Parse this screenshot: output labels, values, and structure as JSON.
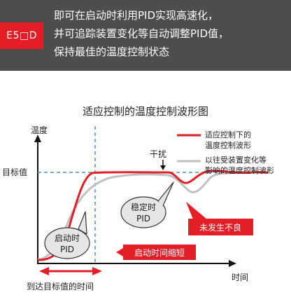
{
  "banner": {
    "model": "E5□D",
    "lines": [
      "即可在启动时利用PID实现高速化，",
      "并可追踪装置变化等自动调整PID值，",
      "保持最佳的温度控制状态"
    ]
  },
  "diagram": {
    "title": "适应控制的温度控制波形图",
    "y_axis_label": "温度",
    "x_axis_label": "时间",
    "target_label": "目标值",
    "legend_adaptive": [
      "适应控制下的",
      "温度控制波形"
    ],
    "legend_previous": [
      "以往受装置变化等",
      "影响的温度控制波形"
    ],
    "disturbance_label": "干扰",
    "stable_bubble": [
      "稳定时",
      "PID"
    ],
    "startup_bubble": [
      "启动时",
      "PID"
    ],
    "startup_shorter_label": "启动时间缩短",
    "no_fault_label": "未发生不良",
    "time_to_target_label": "到达目标值的时间"
  },
  "colors": {
    "accent_red": "#e41e26",
    "banner_bg": "#4d4d4d",
    "previous_curve": "#c0c0c0",
    "guide_blue": "#4a8fd0"
  }
}
